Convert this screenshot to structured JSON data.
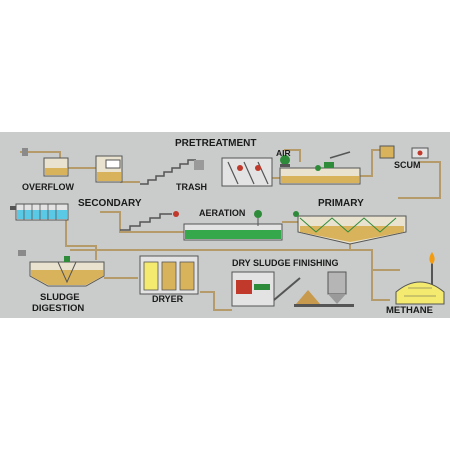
{
  "labels": {
    "pretreatment": "PRETREATMENT",
    "air": "AIR",
    "overflow": "OVERFLOW",
    "trash": "TRASH",
    "scum": "SCUM",
    "secondary": "SECONDARY",
    "aeration": "AERATION",
    "primary": "PRIMARY",
    "dry_sludge_finishing": "DRY SLUDGE FINISHING",
    "sludge": "SLUDGE",
    "digestion": "DIGESTION",
    "dryer": "DRYER",
    "methane": "METHANE"
  },
  "colors": {
    "panel": "#c9cccb",
    "pipe": "#b59a6a",
    "water_secondary": "#59c9e6",
    "water_aeration": "#34a84a",
    "sludge": "#d9b35c",
    "equipment_green": "#2e8b3a",
    "equipment_red": "#c0392b",
    "methane_tank": "#f4ea70",
    "flame": "#f39c12"
  }
}
